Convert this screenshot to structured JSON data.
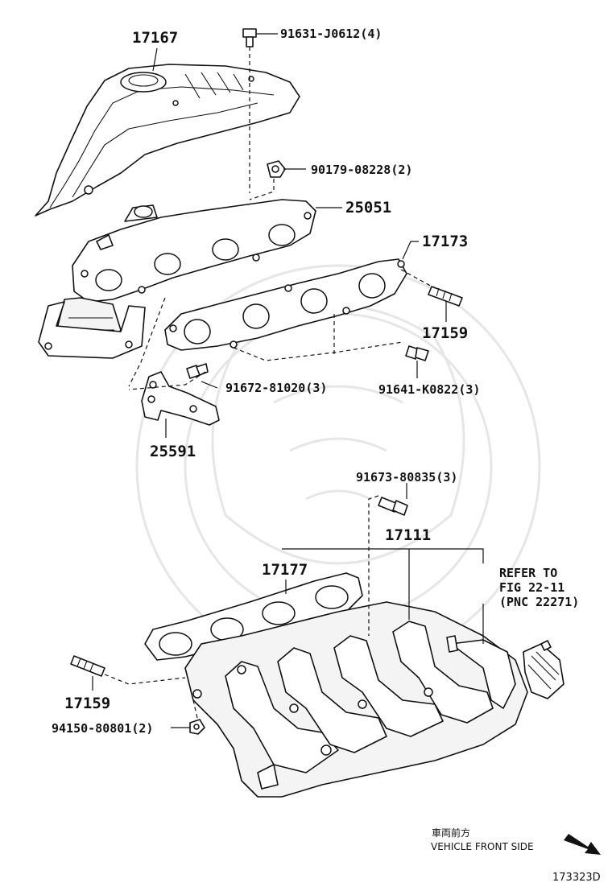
{
  "parts": {
    "p17167": "17167",
    "p91631": "91631-J0612(4)",
    "p90179": "90179-08228(2)",
    "p25051": "25051",
    "p17173": "17173",
    "p17159_top": "17159",
    "p91641": "91641-K0822(3)",
    "p91672": "91672-81020(3)",
    "p25591": "25591",
    "p91673": "91673-80835(3)",
    "p17111": "17111",
    "p17177": "17177",
    "p17159_bottom": "17159",
    "p94150": "94150-80801(2)"
  },
  "refer_note": {
    "line1": "REFER TO",
    "line2": "FIG 22-11",
    "line3": "(PNC 22271)"
  },
  "direction": {
    "japanese": "車両前方",
    "english": "VEHICLE FRONT SIDE"
  },
  "figure_id": "173323D"
}
